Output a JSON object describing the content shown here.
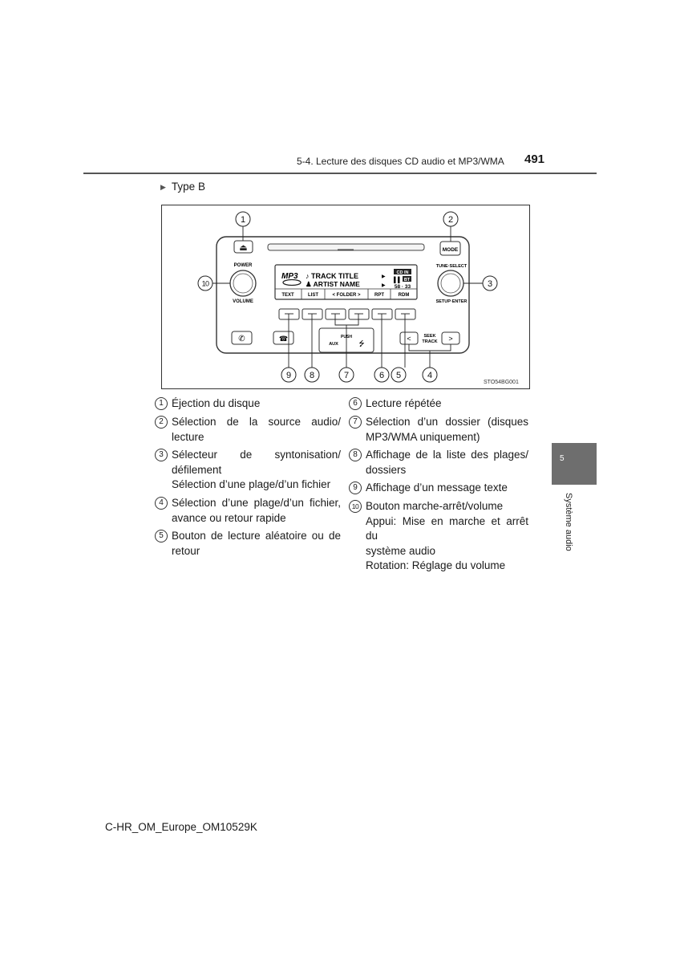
{
  "header": {
    "section": "5-4. Lecture des disques CD audio et MP3/WMA",
    "page_number": "491"
  },
  "type_label": "Type B",
  "figure": {
    "code": "STO54BG001",
    "callouts": [
      "1",
      "2",
      "3",
      "4",
      "5",
      "6",
      "7",
      "8",
      "9",
      "10"
    ],
    "panel": {
      "eject_symbol": "⏏",
      "mode_label": "MODE",
      "power_label": "POWER",
      "volume_label": "VOLUME",
      "tune_select_label": "TUNE·SELECT",
      "setup_enter_label": "SETUP·ENTER",
      "display_format": "MP3",
      "display_track": "♪ TRACK TITLE",
      "display_artist": "♟ ARTIST NAME",
      "display_cd_in": "CD IN",
      "display_bt": "BT",
      "display_time": "58 · 33",
      "display_arrow": "▶",
      "softkeys": [
        "TEXT",
        "LIST",
        "< FOLDER >",
        "RPT",
        "RDM"
      ],
      "push_label": "PUSH",
      "aux_label": "AUX",
      "usb_symbol": "⭠",
      "seek_track_label": [
        "SEEK",
        "TRACK"
      ],
      "seek_prev": "<",
      "seek_next": ">"
    }
  },
  "items_left": [
    {
      "num": "1",
      "lines": [
        "Éjection du disque"
      ]
    },
    {
      "num": "2",
      "lines": [
        "Sélection de la source audio/",
        "lecture"
      ]
    },
    {
      "num": "3",
      "lines": [
        "Sélecteur de syntonisation/",
        "défilement",
        "Sélection d’une plage/d’un fichier"
      ]
    },
    {
      "num": "4",
      "lines": [
        "Sélection d’une plage/d’un fichier,",
        "avance ou retour rapide"
      ]
    },
    {
      "num": "5",
      "lines": [
        "Bouton de lecture aléatoire ou de",
        "retour"
      ]
    }
  ],
  "items_right": [
    {
      "num": "6",
      "lines": [
        "Lecture répétée"
      ]
    },
    {
      "num": "7",
      "lines": [
        "Sélection d’un dossier (disques",
        "MP3/WMA uniquement)"
      ]
    },
    {
      "num": "8",
      "lines": [
        "Affichage de la liste des plages/",
        "dossiers"
      ]
    },
    {
      "num": "9",
      "lines": [
        "Affichage d’un message texte"
      ]
    },
    {
      "num": "10",
      "lines": [
        "Bouton marche-arrêt/volume",
        "Appui: Mise en marche et arrêt du",
        "système audio",
        "Rotation: Réglage du volume"
      ]
    }
  ],
  "chapter": {
    "number": "5",
    "title": "Système audio"
  },
  "footer": "C-HR_OM_Europe_OM10529K"
}
